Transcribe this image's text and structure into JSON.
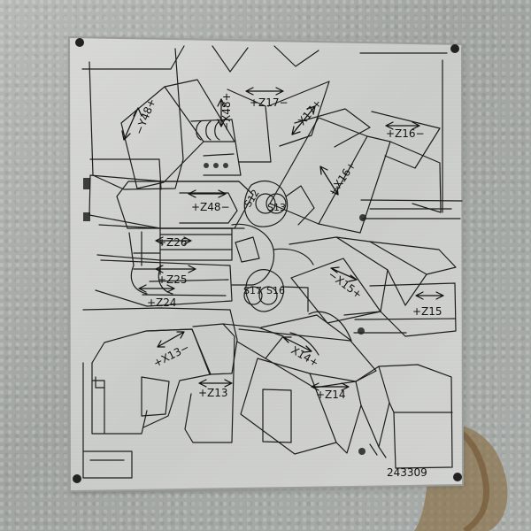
{
  "nameplate": {
    "part_number": "243309",
    "axis_labels": {
      "y48": "−Y48+",
      "x48": "−X48+",
      "z17": "+Z17−",
      "x17": "−X17+",
      "z16": "+Z16−",
      "x16": "−X16+",
      "z48": "+Z48−",
      "s12": "S12",
      "s13": "S13",
      "z26": "+Z26",
      "z25": "+Z25",
      "z24": "+Z24",
      "s17": "S17",
      "s16": "S16",
      "x15": "−X15+",
      "z15": "+Z15",
      "x13": "+X13−",
      "z13": "+Z13",
      "x14": "X14+",
      "z14": "+Z14"
    }
  }
}
